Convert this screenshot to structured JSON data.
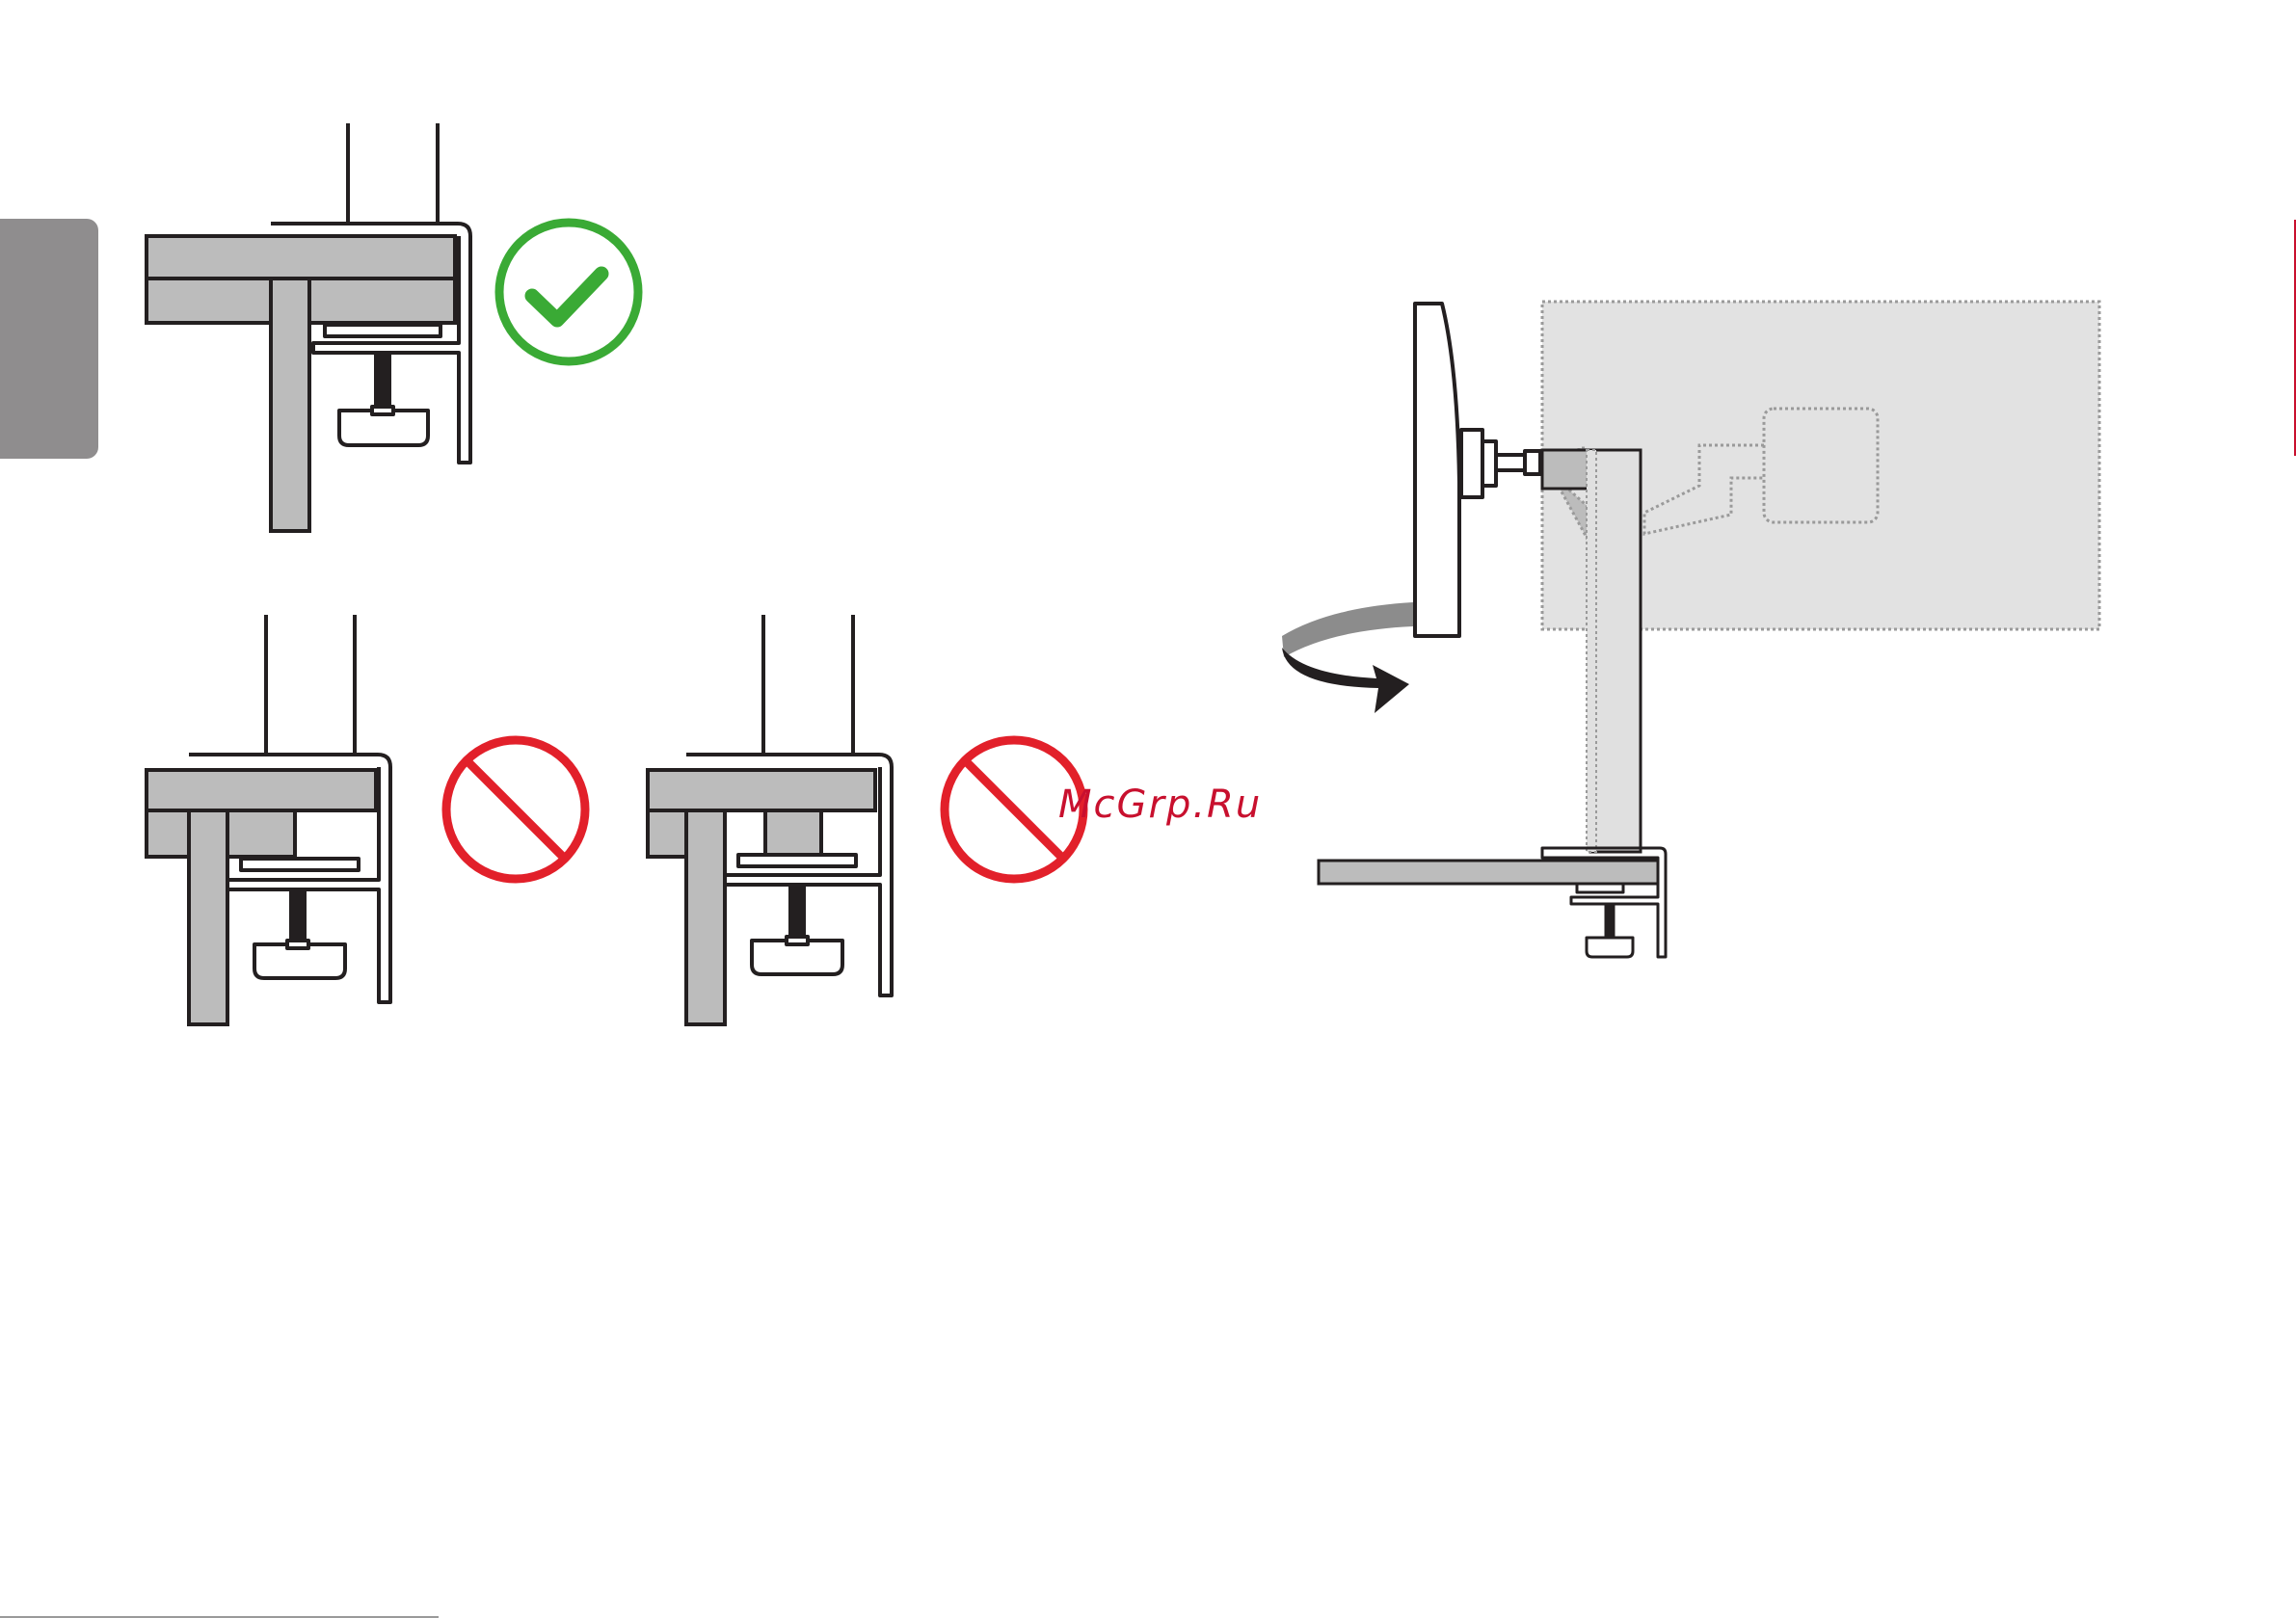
{
  "page": {
    "side_tab_color": "#8f8d8e",
    "right_edge_mark_color": "#c8102e"
  },
  "colors": {
    "line": "#231f20",
    "desk_gray": "#bcbcbc",
    "monitor_ghost": "#e2e2e2",
    "ghost_outline": "#9a9a9a",
    "ok_green": "#3aaa35",
    "no_red": "#e2202a",
    "arrow_gray": "#8c8c8c"
  },
  "figures": [
    {
      "id": "clamp-correct",
      "status": "correct",
      "symbol": "check-circle-icon"
    },
    {
      "id": "clamp-incorrect-1",
      "status": "incorrect",
      "symbol": "prohibited-circle-icon"
    },
    {
      "id": "clamp-incorrect-2",
      "status": "incorrect",
      "symbol": "prohibited-circle-icon"
    },
    {
      "id": "monitor-swivel",
      "symbol": "rotate-arrow-icon"
    }
  ],
  "watermark": {
    "text": "McGrp.Ru",
    "color": "#c8102e"
  }
}
